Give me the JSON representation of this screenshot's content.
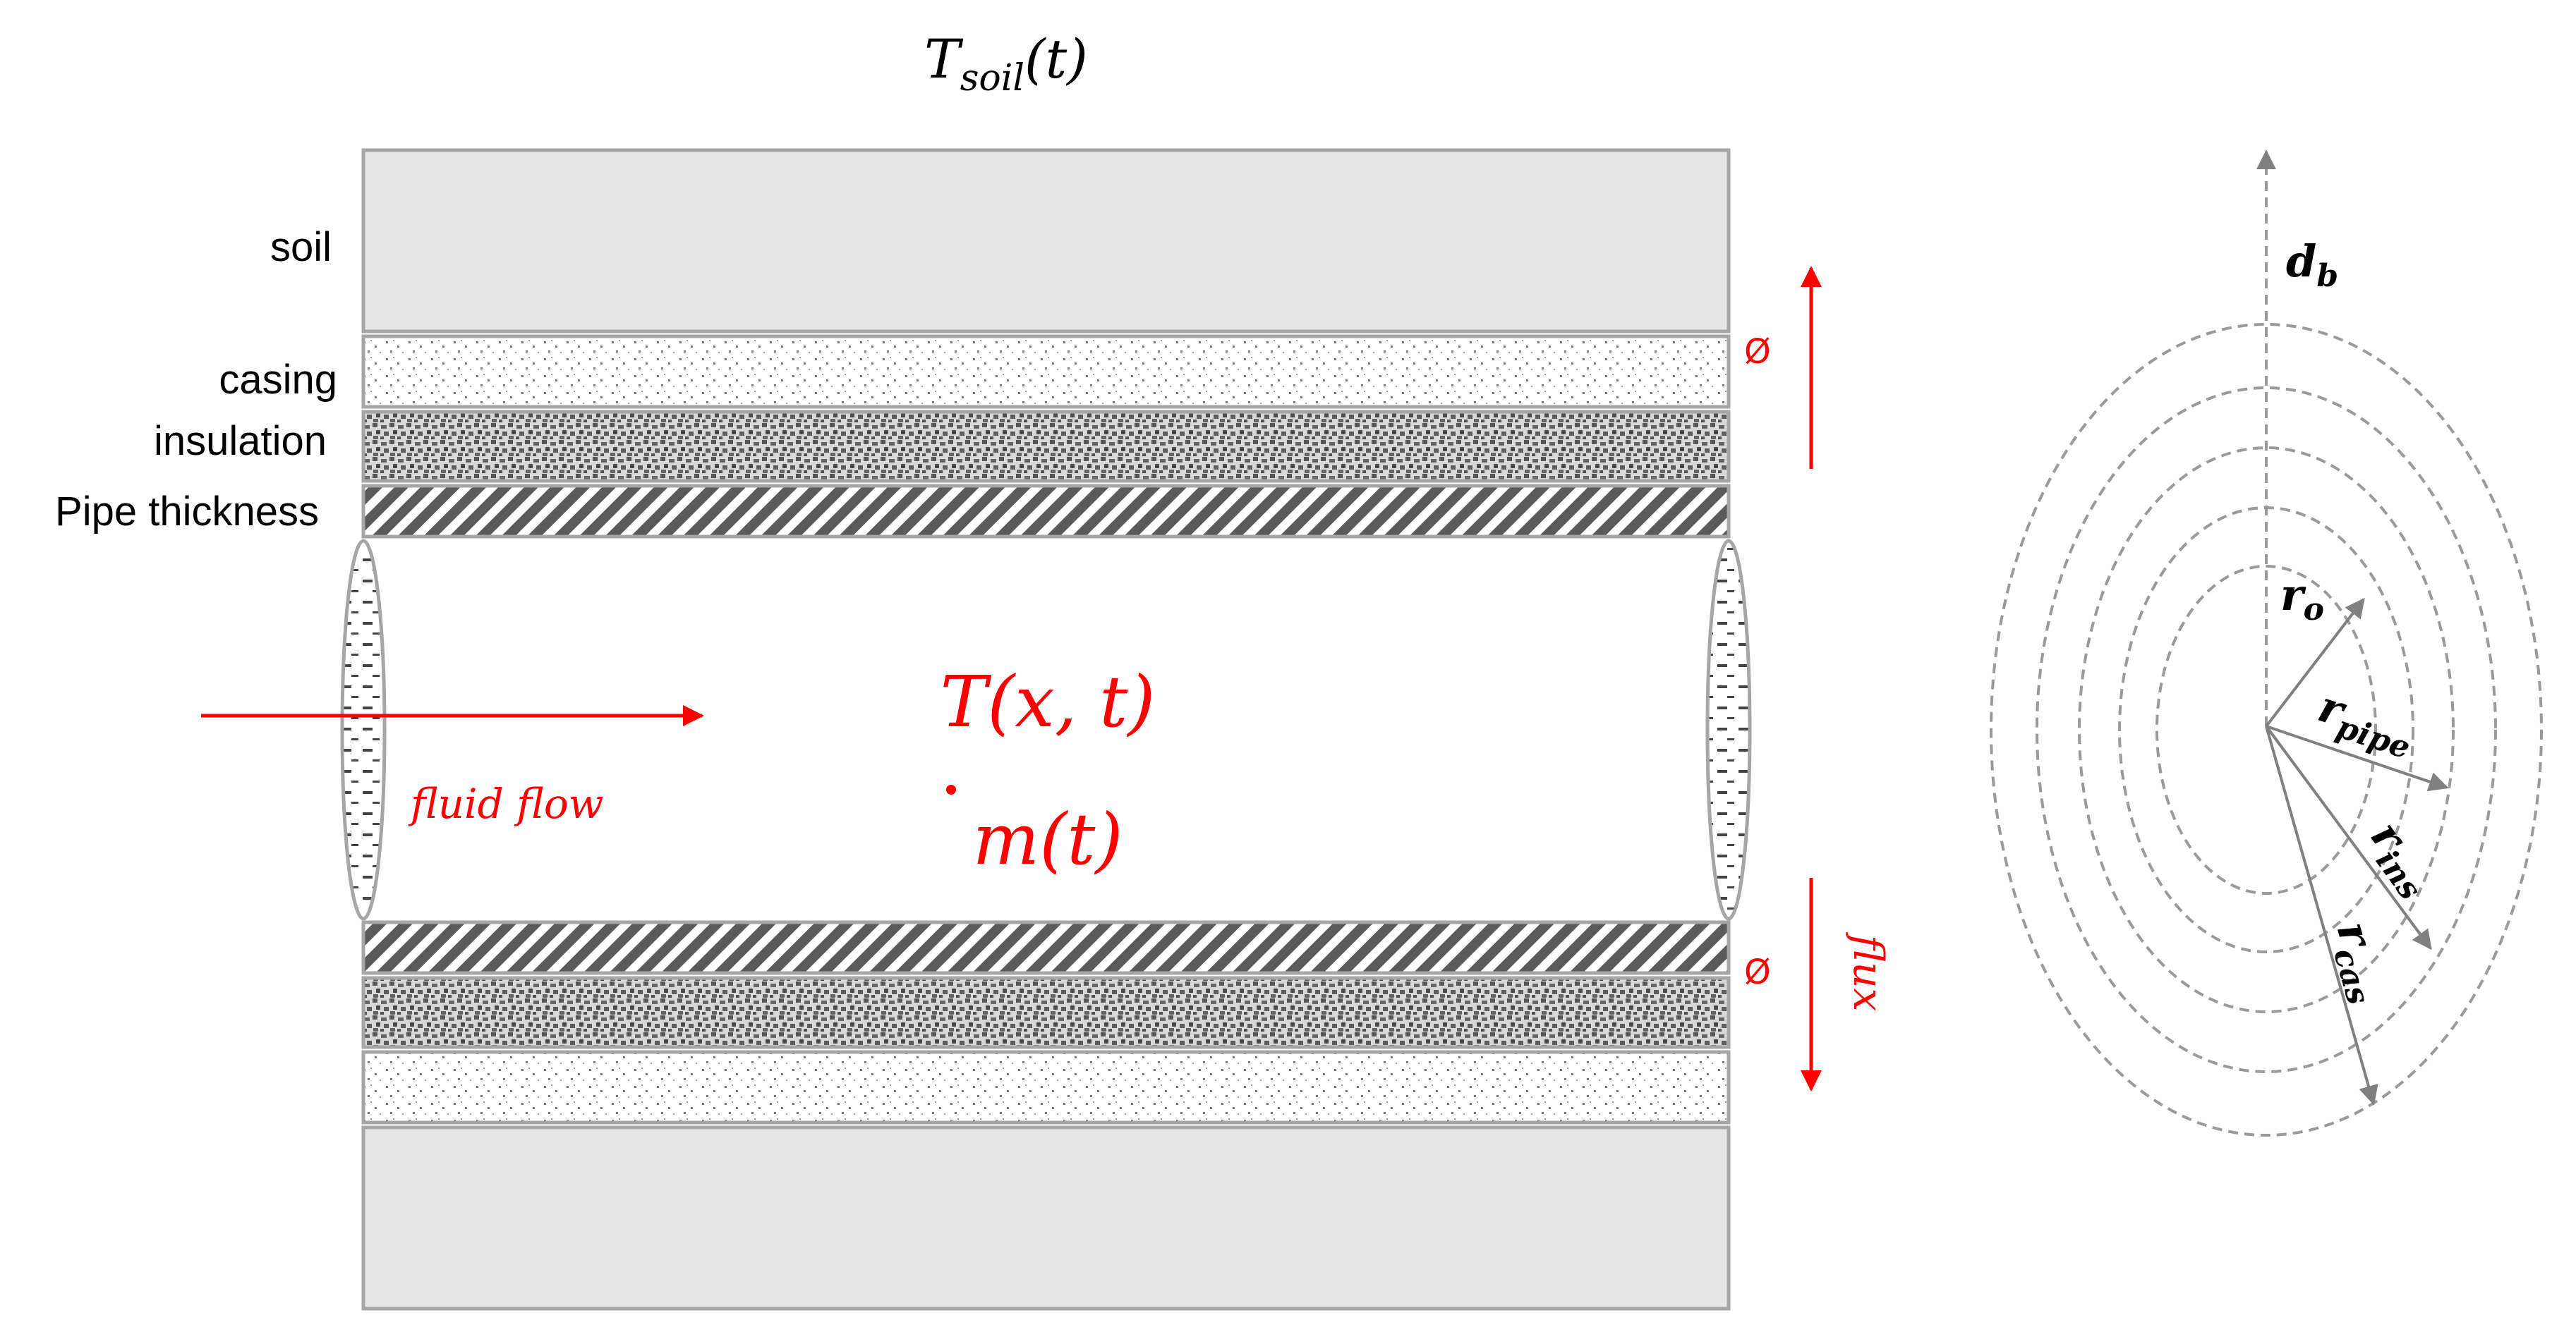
{
  "title": {
    "main": "T",
    "sub": "soil",
    "arg": "(t)"
  },
  "layer_labels": {
    "soil": "soil",
    "casing": "casing",
    "insulation": "insulation",
    "pipe": "Pipe thickness"
  },
  "center": {
    "temperature": "T(x, t)",
    "mass_flow_m": "m",
    "mass_flow_arg": "(t)"
  },
  "flow_label": "fluid flow",
  "flux_label": "flux",
  "null_symbol": "Ø",
  "radii": {
    "d": "d",
    "d_sub": "b",
    "ro": "r",
    "ro_sub": "o",
    "rpipe": "r",
    "rpipe_sub": "pipe",
    "rins": "r",
    "rins_sub": "ins",
    "rcas": "r",
    "rcas_sub": "cas"
  },
  "colors": {
    "soil_fill": "#e6e6e6",
    "border": "#a6a6a6",
    "accent": "#ff0000",
    "arrow_gray": "#808080"
  }
}
